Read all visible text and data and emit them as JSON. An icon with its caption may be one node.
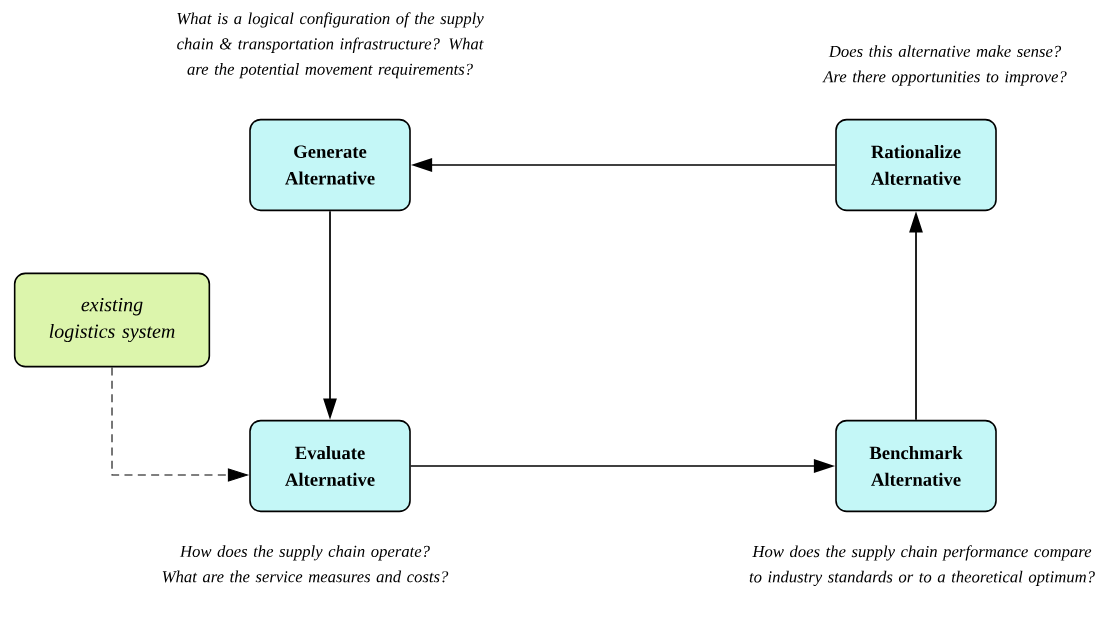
{
  "diagram": {
    "nodes": [
      {
        "text": [
          "Generate Alternative"
        ],
        "beside": [
          "What is a logical configuration of the supply chain & transportation infrastructure? What are the potential movement requirements?"
        ]
      },
      {
        "text": [
          "Rationalize Alternative"
        ],
        "beside": [
          "Does this alternative make sense? Are there opportunities to improve?"
        ]
      },
      {
        "text": [
          "existing logistics system"
        ]
      },
      {
        "text": [
          "Evaluate Alternative"
        ],
        "beside": [
          "How does the supply chain operate? What are the service measures and costs?"
        ]
      },
      {
        "text": [
          "Benchmark Alternative"
        ],
        "beside": [
          "How does the supply chain performance compare to industry standards or to a theoretical optimum?"
        ]
      }
    ],
    "edges": [
      {
        "from": 1,
        "to": 0,
        "arrow": "to"
      },
      {
        "from": 0,
        "to": 3,
        "arrow": "to"
      },
      {
        "from": 3,
        "to": 4,
        "arrow": "to"
      },
      {
        "from": 4,
        "to": 1,
        "arrow": "to"
      },
      {
        "from": 2,
        "to": 3,
        "arrow": "to",
        "style": "dashed"
      }
    ]
  }
}
